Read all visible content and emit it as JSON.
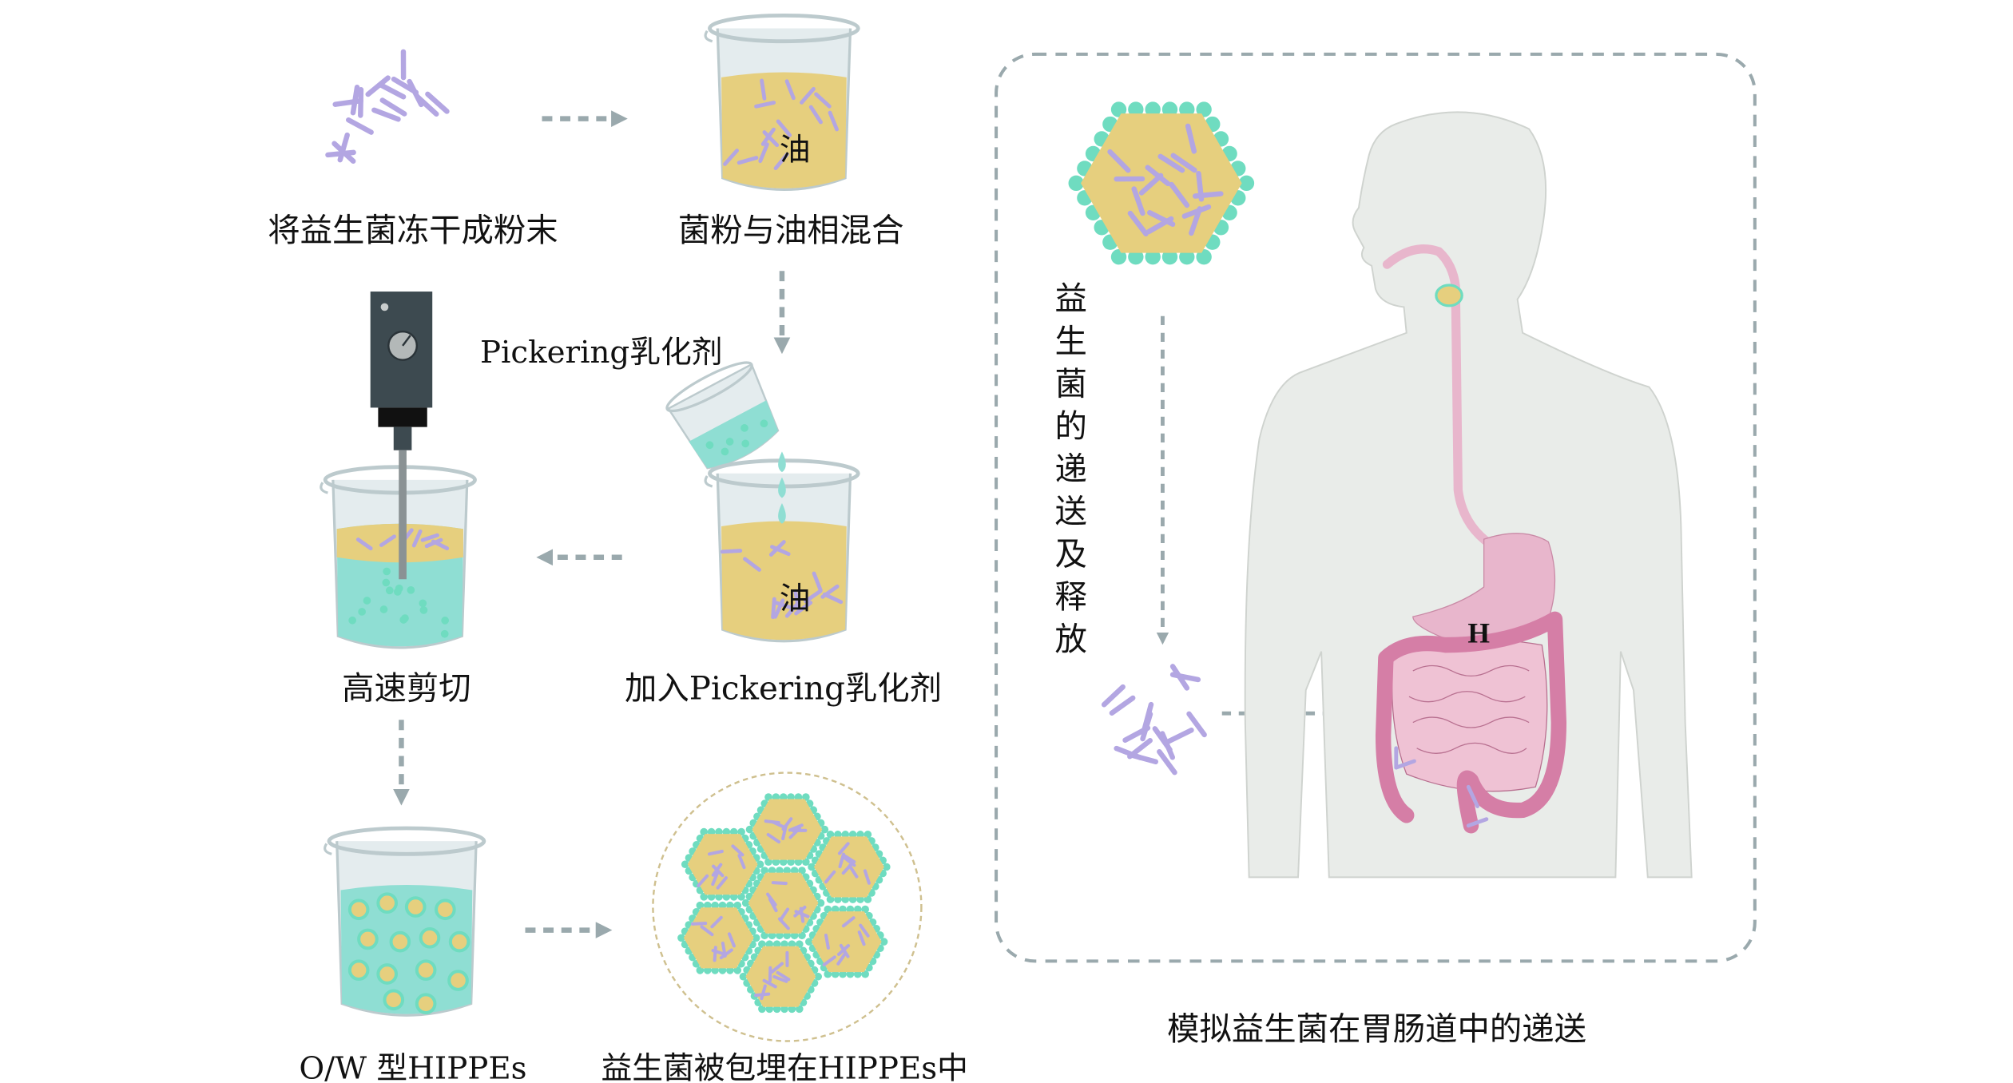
{
  "steps": {
    "freeze_dry": "将益生菌冻干成粉末",
    "mix_oil": "菌粉与油相混合",
    "emulsifier": "Pickering乳化剂",
    "add_emulsifier": "加入Pickering乳化剂",
    "high_shear": "高速剪切",
    "hippes": "O/W 型HIPPEs",
    "encapsulated": "益生菌被包埋在HIPPEs中"
  },
  "oil_label": "油",
  "delivery": {
    "vertical_label": [
      "益",
      "生",
      "菌",
      "的",
      "递",
      "送",
      "及",
      "释",
      "放"
    ],
    "caption": "模拟益生菌在胃肠道中的递送",
    "marker": "H"
  },
  "colors": {
    "bacteria": "#b3a6e2",
    "oil": "#e6cf7e",
    "water": "#8fded3",
    "bead": "#6fdcc0",
    "arrow": "#9aa9ad",
    "body": "#e9ece9",
    "gut": "#d57ea6",
    "stomach": "#e8b6cc"
  }
}
